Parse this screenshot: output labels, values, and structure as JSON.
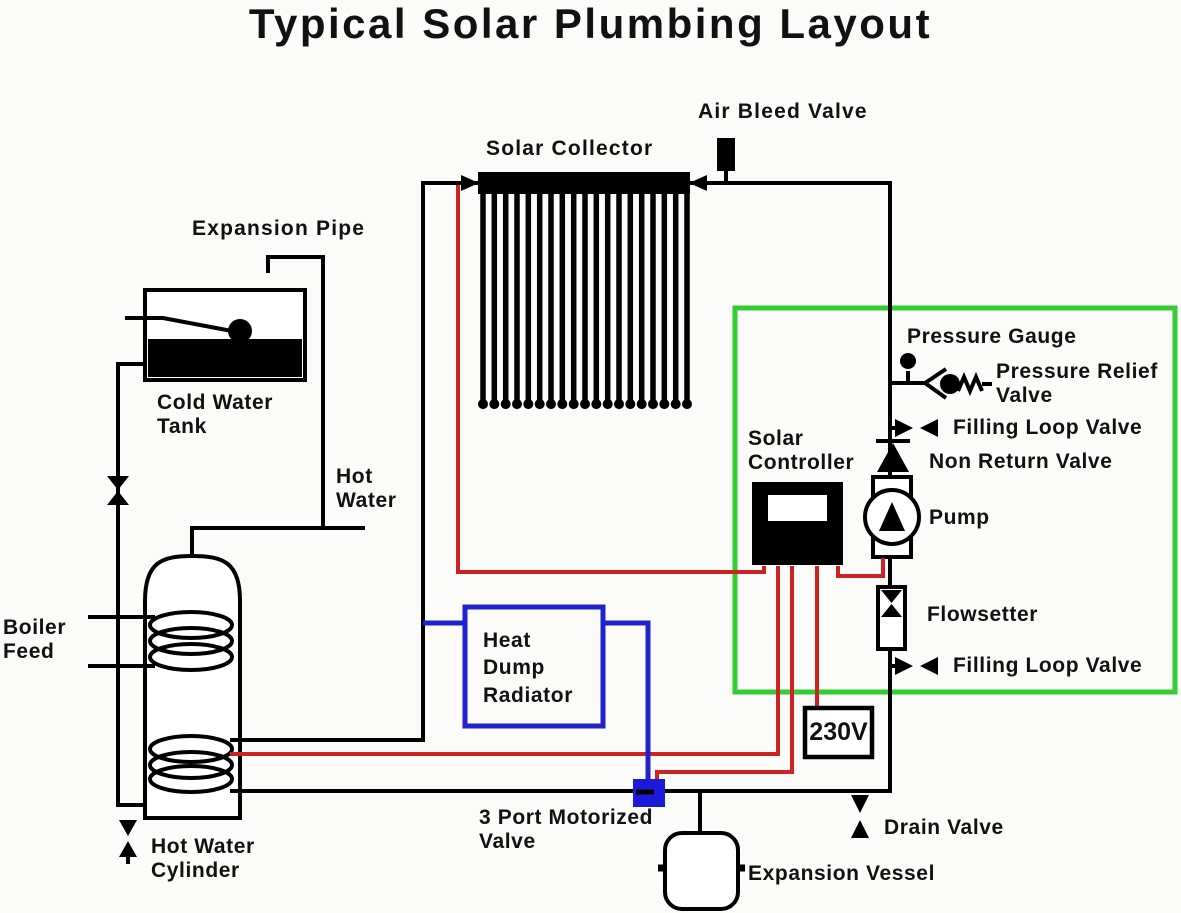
{
  "title": "Typical Solar Plumbing Layout",
  "labels": {
    "solar_collector": "Solar Collector",
    "air_bleed_valve": "Air Bleed Valve",
    "expansion_pipe": "Expansion Pipe",
    "cold_water_tank": [
      "Cold Water",
      "Tank"
    ],
    "hot_water": [
      "Hot",
      "Water"
    ],
    "boiler_feed": [
      "Boiler",
      "Feed"
    ],
    "hot_water_cylinder": [
      "Hot Water",
      "Cylinder"
    ],
    "heat_dump_radiator": [
      "Heat",
      "Dump",
      "Radiator"
    ],
    "solar_controller": [
      "Solar",
      "Controller"
    ],
    "pressure_gauge": "Pressure Gauge",
    "pressure_relief_valve": [
      "Pressure Relief",
      "Valve"
    ],
    "filling_loop_valve_upper": "Filling Loop Valve",
    "non_return_valve": "Non Return Valve",
    "pump": "Pump",
    "flowsetter": "Flowsetter",
    "filling_loop_valve_lower": "Filling Loop Valve",
    "supply_voltage": "230V",
    "drain_valve": "Drain Valve",
    "three_port_motorized_valve": [
      "3 Port Motorized",
      "Valve"
    ],
    "expansion_vessel": "Expansion Vessel"
  },
  "colors": {
    "pipe": "#000000",
    "wire": "#cc2222",
    "loop": "#2222cc",
    "valve": "#1a1ad8",
    "zone": "#33cc33",
    "bg": "#fbfbfa",
    "text": "#111111"
  }
}
